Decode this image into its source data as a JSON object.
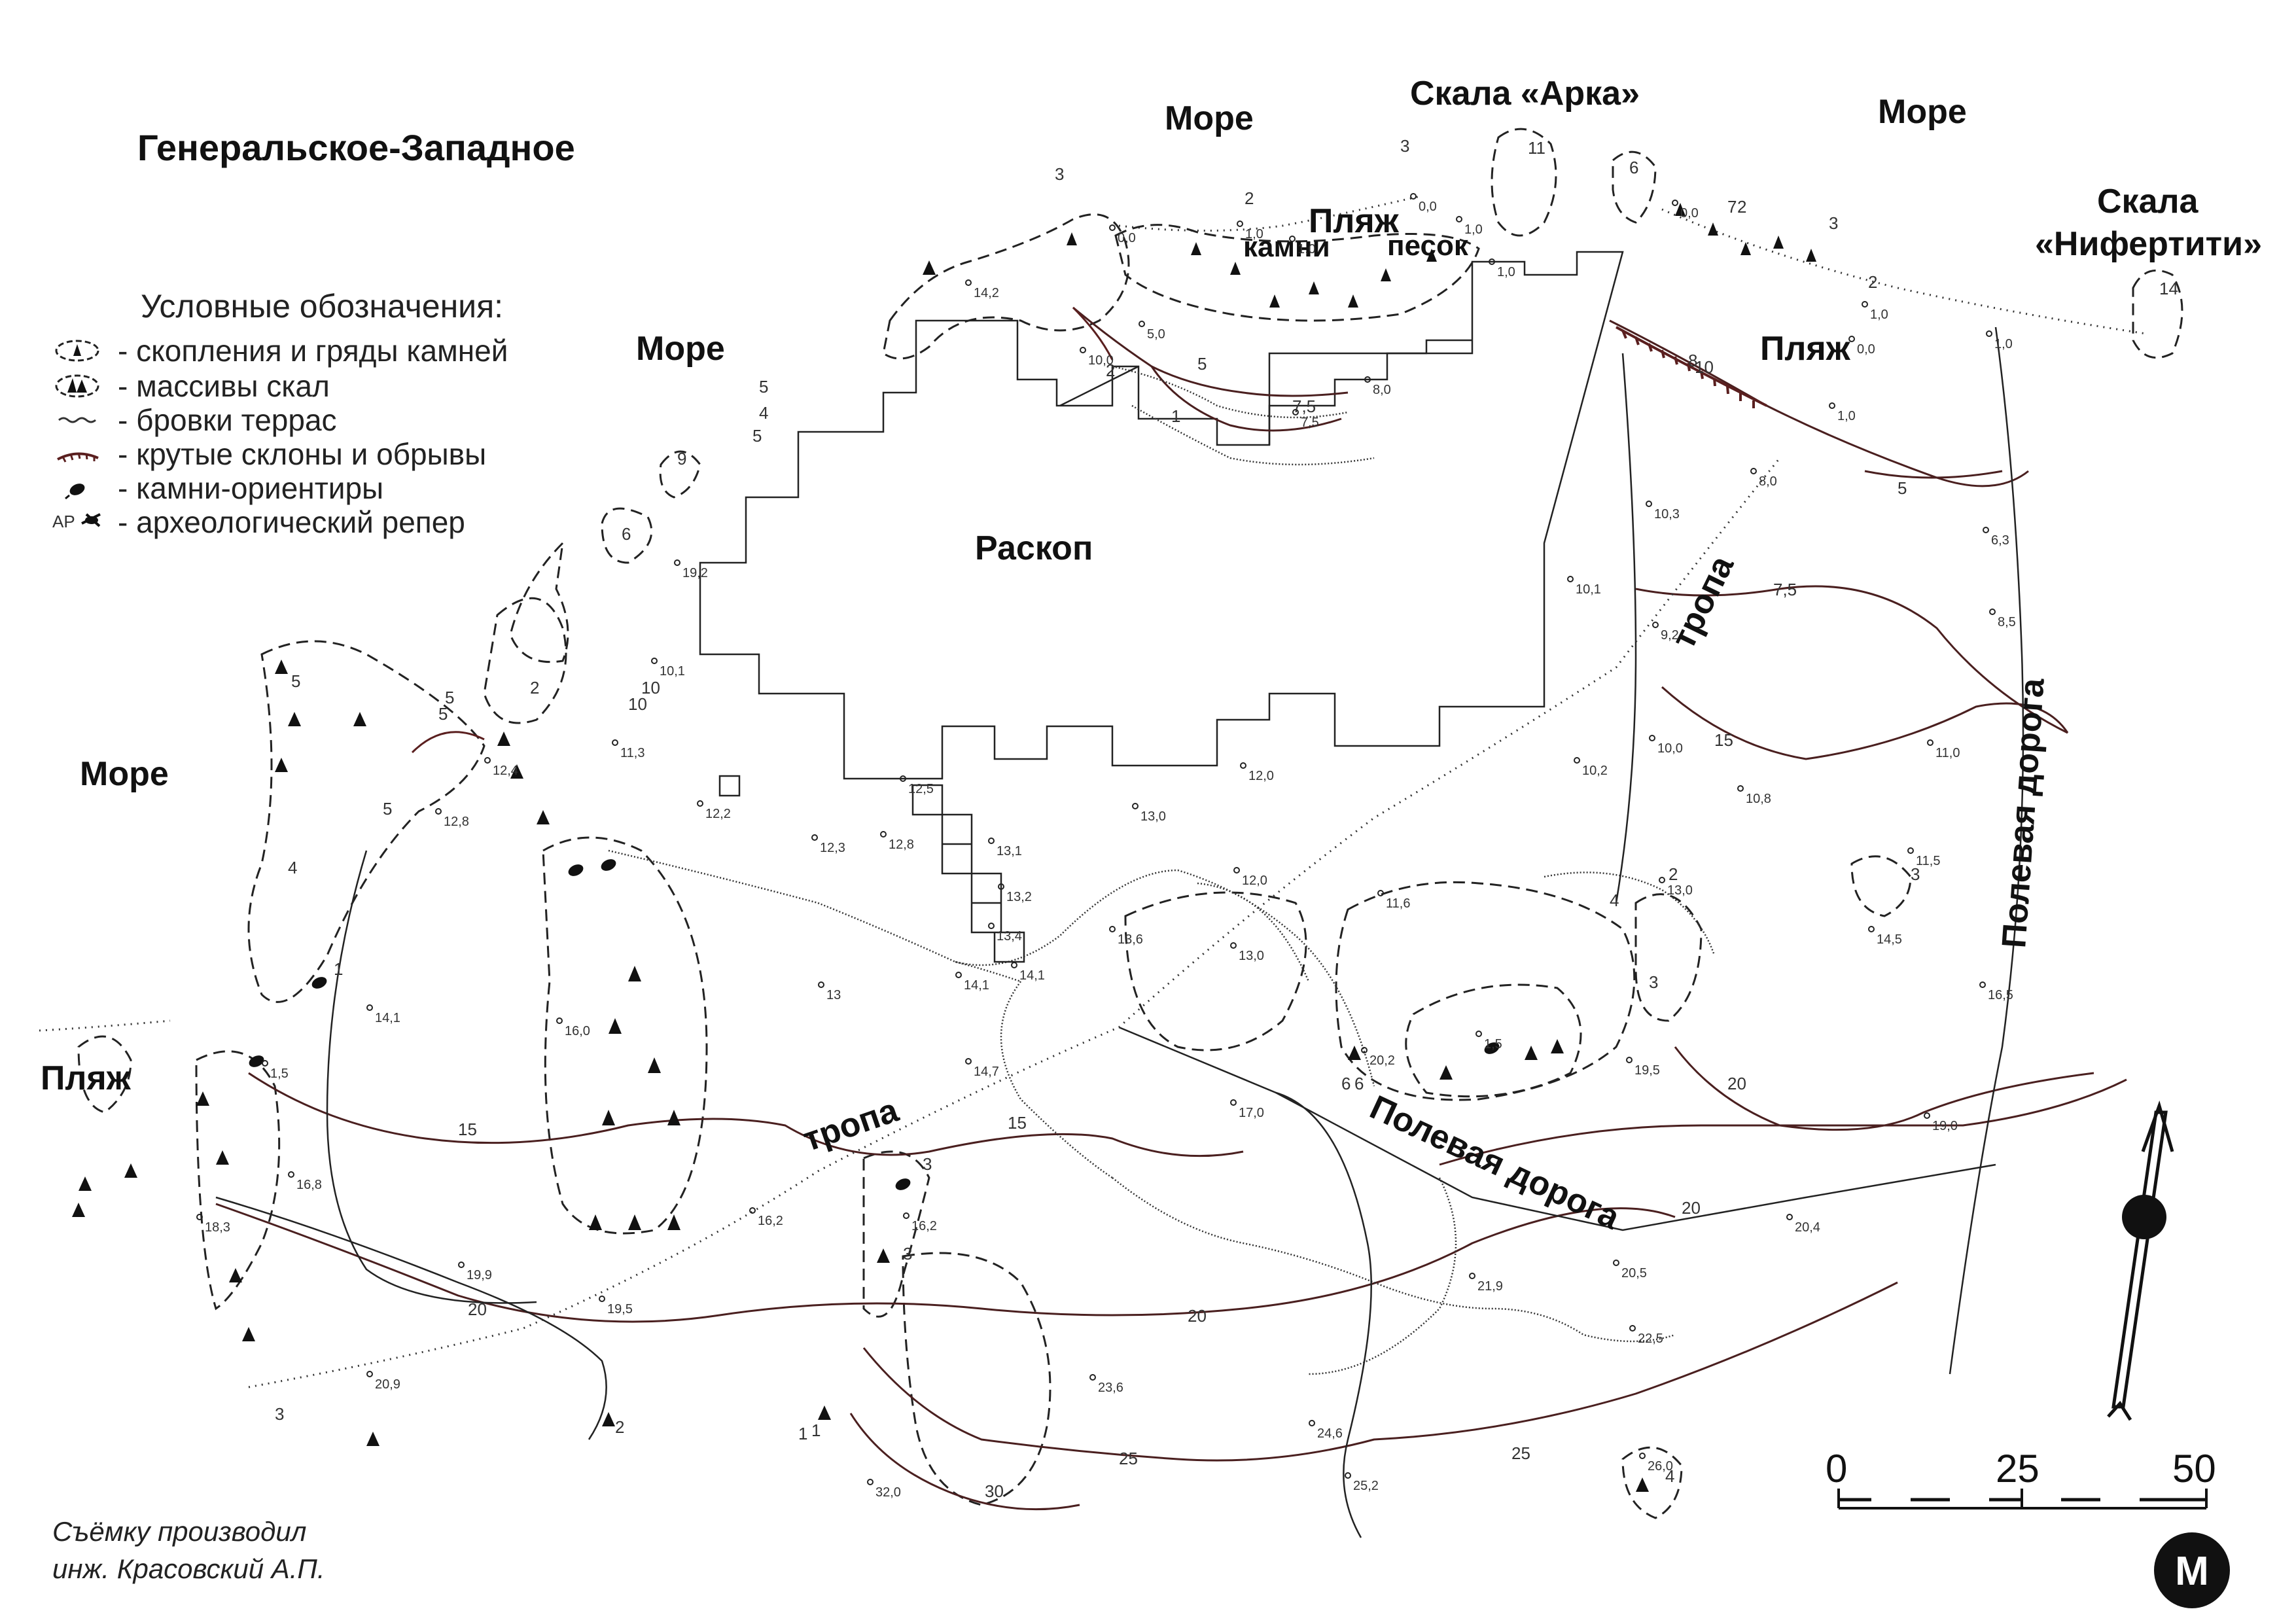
{
  "title": "Генеральское-Западное",
  "legend": {
    "heading": "Условные обозначения:",
    "items": [
      {
        "icon": "stone-cluster-icon",
        "text": "- скопления и гряды камней"
      },
      {
        "icon": "rock-massif-icon",
        "text": "- массивы скал"
      },
      {
        "icon": "terrace-edge-icon",
        "text": "- бровки террас"
      },
      {
        "icon": "steep-slope-icon",
        "text": "- крутые склоны и обрывы"
      },
      {
        "icon": "landmark-stone-icon",
        "text": "- камни-ориентиры"
      },
      {
        "icon": "benchmark-icon",
        "text": "- археологический репер"
      }
    ],
    "benchmark_prefix": "АР"
  },
  "labels": {
    "sea_1": "Море",
    "sea_2": "Море",
    "sea_3": "Море",
    "sea_4": "Море",
    "arch_rock": "Скала «Арка»",
    "nefertiti_1": "Скала",
    "nefertiti_2": "«Нифертити»",
    "beach_1": "Пляж",
    "beach_2": "Пляж",
    "beach_3": "Пляж",
    "stones": "камни",
    "sand": "песок",
    "excavation": "Раскоп",
    "trail_1": "тропа",
    "trail_2": "тропа",
    "field_road_1": "Полевая дорога",
    "field_road_2": "Полевая дорога"
  },
  "elevations": [
    "0,0",
    "1,0",
    "0,0",
    "1,0",
    "0,0",
    "1,0",
    "14,2",
    "10,0",
    "5,0",
    "1,0",
    "8,0",
    "7,5",
    "1,0",
    "0,0",
    "1,0",
    "6,3",
    "8,5",
    "10,3",
    "8,0",
    "9,2",
    "10,1",
    "10,0",
    "10,2",
    "10,8",
    "11,0",
    "11,5",
    "14,5",
    "16,5",
    "19,0",
    "13,0",
    "11,6",
    "12,0",
    "13,0",
    "12,0",
    "13,6",
    "13,0",
    "12,5",
    "12,8",
    "13,1",
    "13,2",
    "13,4",
    "14,1",
    "14,1",
    "12,2",
    "12,3",
    "11,3",
    "10,1",
    "12,4",
    "12,8",
    "19,2",
    "14,1",
    "16,0",
    "1,5",
    "16,8",
    "18,3",
    "19,9",
    "19,5",
    "20,9",
    "16,2",
    "14,7",
    "16,2",
    "17,0",
    "20,2",
    "1,5",
    "19,5",
    "20,5",
    "20,4",
    "21,9",
    "22,5",
    "23,6",
    "24,6",
    "25,2",
    "26,0",
    "32,0",
    "13",
    "1,0"
  ],
  "contours": [
    "5",
    "5",
    "5",
    "7,5",
    "8",
    "10",
    "10",
    "15",
    "15",
    "15",
    "20",
    "20",
    "20",
    "20",
    "25",
    "25",
    "30",
    "5",
    "7,5",
    "10"
  ],
  "rock_numbers": [
    "3",
    "2",
    "3",
    "11",
    "6",
    "2",
    "3",
    "2",
    "14",
    "5",
    "4",
    "9",
    "6",
    "5",
    "2",
    "5",
    "5",
    "4",
    "1",
    "3",
    "2",
    "6",
    "3",
    "4",
    "6",
    "1",
    "2",
    "3",
    "4",
    "3",
    "7",
    "1",
    "2",
    "3",
    "1"
  ],
  "surveyor_line_1": "Съёмку производил",
  "surveyor_line_2": "инж. Красовский А.П.",
  "scale": {
    "ticks": [
      "0",
      "25",
      "50"
    ],
    "unit": "M"
  }
}
